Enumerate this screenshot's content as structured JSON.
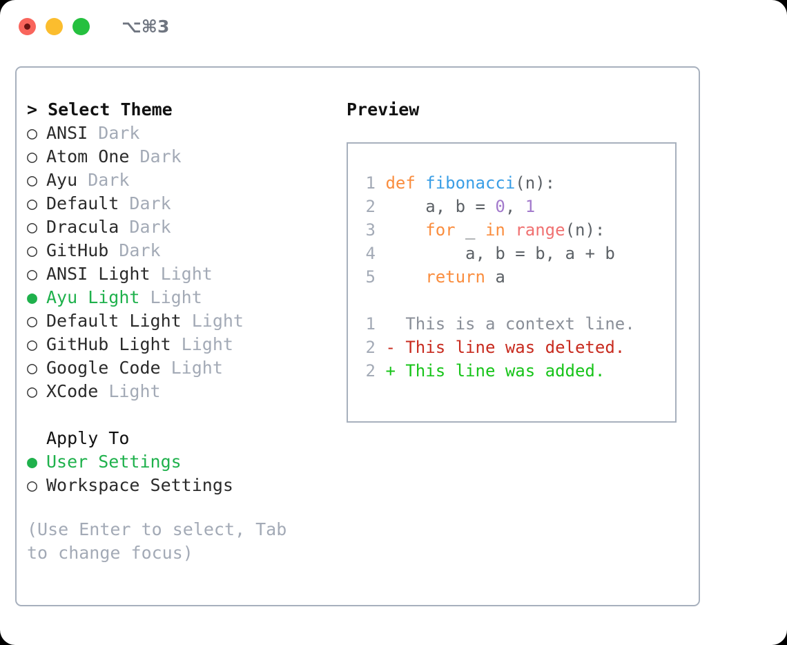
{
  "titlebar": {
    "shortcut": "⌥⌘3",
    "lights": [
      {
        "name": "close",
        "color": "#f9655c"
      },
      {
        "name": "minimize",
        "color": "#fbbd2e"
      },
      {
        "name": "maximize",
        "color": "#25c03f"
      }
    ]
  },
  "theme_section": {
    "header": "> Select Theme",
    "options": [
      {
        "marker": "○",
        "label": "ANSI",
        "category": "Dark",
        "selected": false
      },
      {
        "marker": "○",
        "label": "Atom One",
        "category": "Dark",
        "selected": false
      },
      {
        "marker": "○",
        "label": "Ayu",
        "category": "Dark",
        "selected": false
      },
      {
        "marker": "○",
        "label": "Default",
        "category": "Dark",
        "selected": false
      },
      {
        "marker": "○",
        "label": "Dracula",
        "category": "Dark",
        "selected": false
      },
      {
        "marker": "○",
        "label": "GitHub",
        "category": "Dark",
        "selected": false
      },
      {
        "marker": "○",
        "label": "ANSI Light",
        "category": "Light",
        "selected": false
      },
      {
        "marker": "●",
        "label": "Ayu Light",
        "category": "Light",
        "selected": true
      },
      {
        "marker": "○",
        "label": "Default Light",
        "category": "Light",
        "selected": false
      },
      {
        "marker": "○",
        "label": "GitHub Light",
        "category": "Light",
        "selected": false
      },
      {
        "marker": "○",
        "label": "Google Code",
        "category": "Light",
        "selected": false
      },
      {
        "marker": "○",
        "label": "XCode",
        "category": "Light",
        "selected": false
      }
    ]
  },
  "apply_section": {
    "header": "Apply To",
    "options": [
      {
        "marker": "●",
        "label": "User Settings",
        "selected": true
      },
      {
        "marker": "○",
        "label": "Workspace Settings",
        "selected": false
      }
    ]
  },
  "hint": "(Use Enter to select, Tab to change focus)",
  "preview": {
    "title": "Preview",
    "code_lines": [
      {
        "lineno": "1",
        "tokens": [
          {
            "text": "def ",
            "kind": "kw"
          },
          {
            "text": "fibonacci",
            "kind": "fn"
          },
          {
            "text": "(n):",
            "kind": "plain"
          }
        ]
      },
      {
        "lineno": "2",
        "tokens": [
          {
            "text": "    a, b = ",
            "kind": "plain"
          },
          {
            "text": "0",
            "kind": "num"
          },
          {
            "text": ", ",
            "kind": "plain"
          },
          {
            "text": "1",
            "kind": "num"
          }
        ]
      },
      {
        "lineno": "3",
        "tokens": [
          {
            "text": "    ",
            "kind": "plain"
          },
          {
            "text": "for",
            "kind": "kw"
          },
          {
            "text": " _ ",
            "kind": "plain"
          },
          {
            "text": "in",
            "kind": "kw"
          },
          {
            "text": " ",
            "kind": "plain"
          },
          {
            "text": "range",
            "kind": "built"
          },
          {
            "text": "(n):",
            "kind": "plain"
          }
        ]
      },
      {
        "lineno": "4",
        "tokens": [
          {
            "text": "        a, b = b, a + b",
            "kind": "plain"
          }
        ]
      },
      {
        "lineno": "5",
        "tokens": [
          {
            "text": "    ",
            "kind": "plain"
          },
          {
            "text": "return",
            "kind": "kw"
          },
          {
            "text": " a",
            "kind": "plain"
          }
        ]
      }
    ],
    "diff_lines": [
      {
        "lineno": "1",
        "marker": " ",
        "text": "  This is a context line.",
        "kind": "ctx"
      },
      {
        "lineno": "2",
        "marker": "-",
        "text": "- This line was deleted.",
        "kind": "del"
      },
      {
        "lineno": "2",
        "marker": "+",
        "text": "+ This line was added.",
        "kind": "add"
      }
    ]
  },
  "colors": {
    "accent_green": "#1fb14c",
    "keyword_orange": "#fa8d3e",
    "function_blue": "#399ee6",
    "number_purple": "#a37acc",
    "builtin_red": "#f07171",
    "muted_gray": "#a3aab6",
    "diff_deleted": "#c82b1f",
    "diff_added": "#17c419",
    "border": "#a7b0bd"
  }
}
